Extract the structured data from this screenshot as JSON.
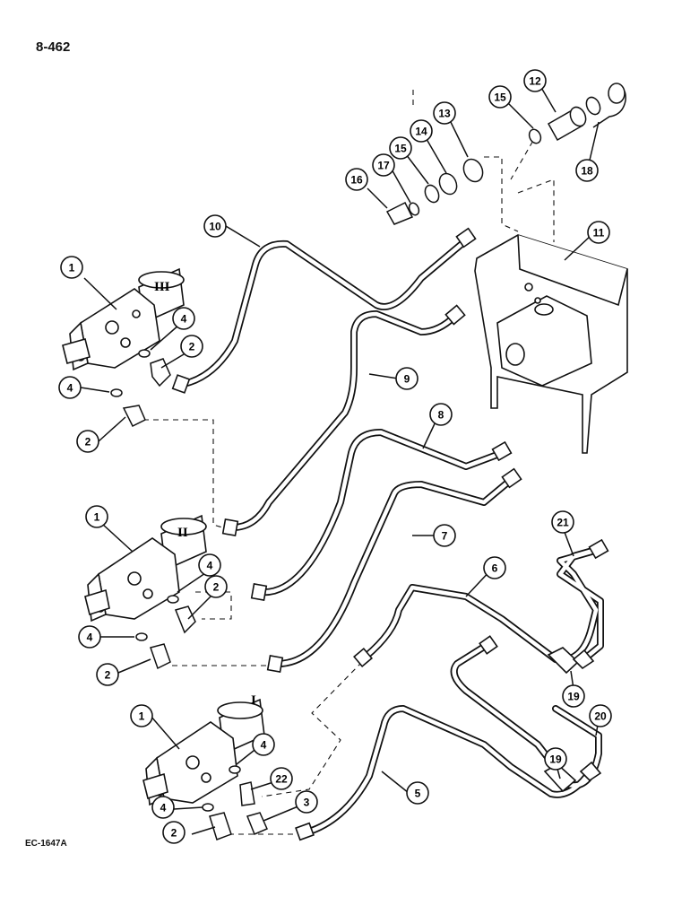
{
  "page_number": "8-462",
  "figure_code": "EC-1647A",
  "valve_section_labels": [
    "III",
    "II",
    "I"
  ],
  "callouts": [
    {
      "label": "1"
    },
    {
      "label": "4"
    },
    {
      "label": "2"
    },
    {
      "label": "4"
    },
    {
      "label": "2"
    },
    {
      "label": "1"
    },
    {
      "label": "4"
    },
    {
      "label": "2"
    },
    {
      "label": "4"
    },
    {
      "label": "2"
    },
    {
      "label": "1"
    },
    {
      "label": "4"
    },
    {
      "label": "22"
    },
    {
      "label": "3"
    },
    {
      "label": "4"
    },
    {
      "label": "2"
    },
    {
      "label": "10"
    },
    {
      "label": "9"
    },
    {
      "label": "8"
    },
    {
      "label": "7"
    },
    {
      "label": "6"
    },
    {
      "label": "5"
    },
    {
      "label": "16"
    },
    {
      "label": "17"
    },
    {
      "label": "15"
    },
    {
      "label": "14"
    },
    {
      "label": "13"
    },
    {
      "label": "15"
    },
    {
      "label": "12"
    },
    {
      "label": "18"
    },
    {
      "label": "11"
    },
    {
      "label": "21"
    },
    {
      "label": "19"
    },
    {
      "label": "20"
    },
    {
      "label": "19"
    }
  ],
  "colors": {
    "line": "#111111",
    "background": "#ffffff"
  }
}
